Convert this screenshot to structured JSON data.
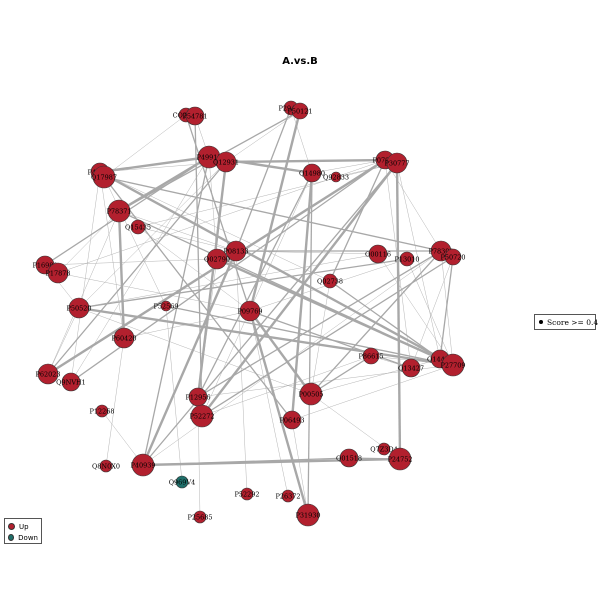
{
  "title": "A.vs.B",
  "legend_score": {
    "label": "Score >= 0.4"
  },
  "legend_groups": [
    {
      "label": "Up",
      "color": "#b2202e"
    },
    {
      "label": "Down",
      "color": "#1f6f6a"
    }
  ],
  "colors": {
    "up": "#b2202e",
    "down": "#1f6f6a",
    "edge": "#a8a8a8",
    "node_stroke": "#333333"
  },
  "nodes": [
    {
      "id": "CO2811",
      "group": "up"
    },
    {
      "id": "P54781",
      "group": "up"
    },
    {
      "id": "P29401",
      "group": "up"
    },
    {
      "id": "P50121",
      "group": "up"
    },
    {
      "id": "P49915",
      "group": "up"
    },
    {
      "id": "Q12931",
      "group": "up"
    },
    {
      "id": "P07900",
      "group": "up"
    },
    {
      "id": "P30777",
      "group": "up"
    },
    {
      "id": "P40121",
      "group": "up"
    },
    {
      "id": "Q17987",
      "group": "up"
    },
    {
      "id": "Q14980",
      "group": "up"
    },
    {
      "id": "Q92833",
      "group": "up"
    },
    {
      "id": "P78371",
      "group": "up"
    },
    {
      "id": "Q15435",
      "group": "up"
    },
    {
      "id": "P08133",
      "group": "up"
    },
    {
      "id": "Q02790",
      "group": "up"
    },
    {
      "id": "O00116",
      "group": "up"
    },
    {
      "id": "P13010",
      "group": "up"
    },
    {
      "id": "P78300",
      "group": "up"
    },
    {
      "id": "P50720",
      "group": "up"
    },
    {
      "id": "P16989",
      "group": "up"
    },
    {
      "id": "P17878",
      "group": "up"
    },
    {
      "id": "Q02738",
      "group": "up"
    },
    {
      "id": "P50520",
      "group": "up"
    },
    {
      "id": "P52569",
      "group": "up"
    },
    {
      "id": "P09769",
      "group": "up"
    },
    {
      "id": "P60420",
      "group": "up"
    },
    {
      "id": "P86615",
      "group": "up"
    },
    {
      "id": "Q14416",
      "group": "up"
    },
    {
      "id": "P27709",
      "group": "up"
    },
    {
      "id": "Q13427",
      "group": "up"
    },
    {
      "id": "P62023",
      "group": "up"
    },
    {
      "id": "Q9NVH1",
      "group": "up"
    },
    {
      "id": "P00505",
      "group": "up"
    },
    {
      "id": "P12956",
      "group": "up"
    },
    {
      "id": "P12268",
      "group": "up"
    },
    {
      "id": "P52272",
      "group": "up"
    },
    {
      "id": "P06493",
      "group": "up"
    },
    {
      "id": "Q7Z3D4",
      "group": "up"
    },
    {
      "id": "Q01518",
      "group": "up"
    },
    {
      "id": "P24752",
      "group": "up"
    },
    {
      "id": "Q8N0X0",
      "group": "up"
    },
    {
      "id": "P40939",
      "group": "up"
    },
    {
      "id": "Q969V4",
      "group": "down"
    },
    {
      "id": "P52292",
      "group": "up"
    },
    {
      "id": "P26372",
      "group": "up"
    },
    {
      "id": "P31930",
      "group": "up"
    },
    {
      "id": "P25685",
      "group": "up"
    }
  ]
}
